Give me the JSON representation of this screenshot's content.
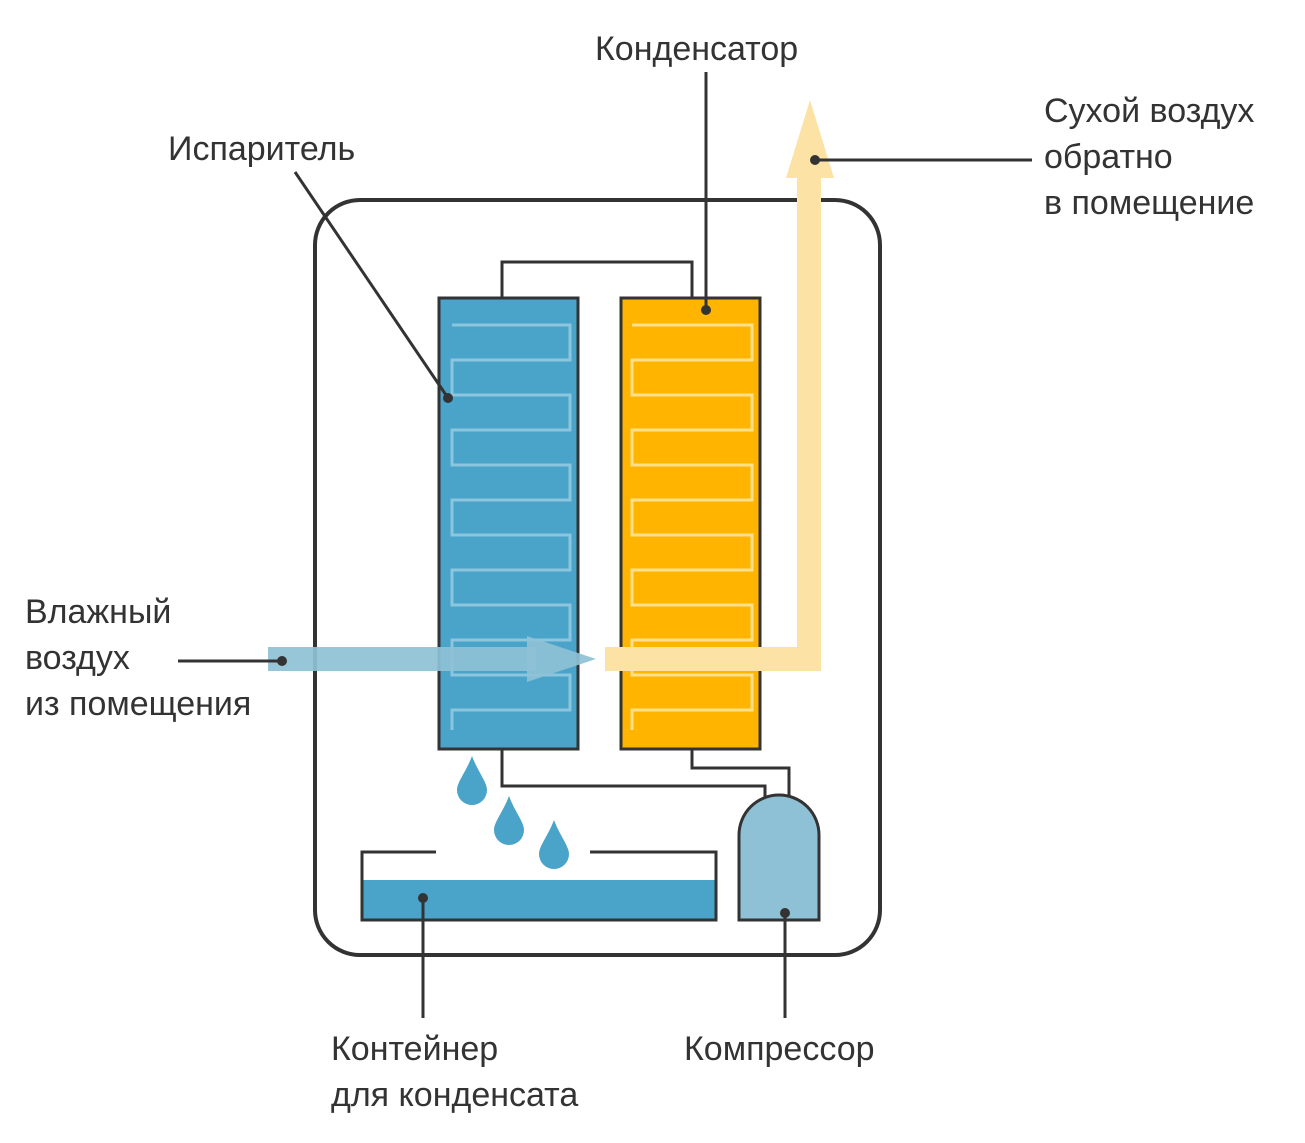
{
  "labels": {
    "condenser": "Конденсатор",
    "evaporator": "Испаритель",
    "dry_air": [
      "Сухой воздух",
      "обратно",
      "в помещение"
    ],
    "humid_air": [
      "Влажный",
      "воздух",
      "из помещения"
    ],
    "container": [
      "Контейнер",
      "для конденсата"
    ],
    "compressor": "Компрессор"
  },
  "colors": {
    "outline": "#333333",
    "evaporator": "#4aa3c9",
    "evaporator_coil": "#8cc6de",
    "condenser": "#ffb400",
    "condenser_coil": "#ffe08a",
    "humid_air_arrow": "#8ec1d6",
    "dry_air_arrow": "#fde2a6",
    "water": "#4aa3c9",
    "compressor": "#8ec1d6"
  }
}
